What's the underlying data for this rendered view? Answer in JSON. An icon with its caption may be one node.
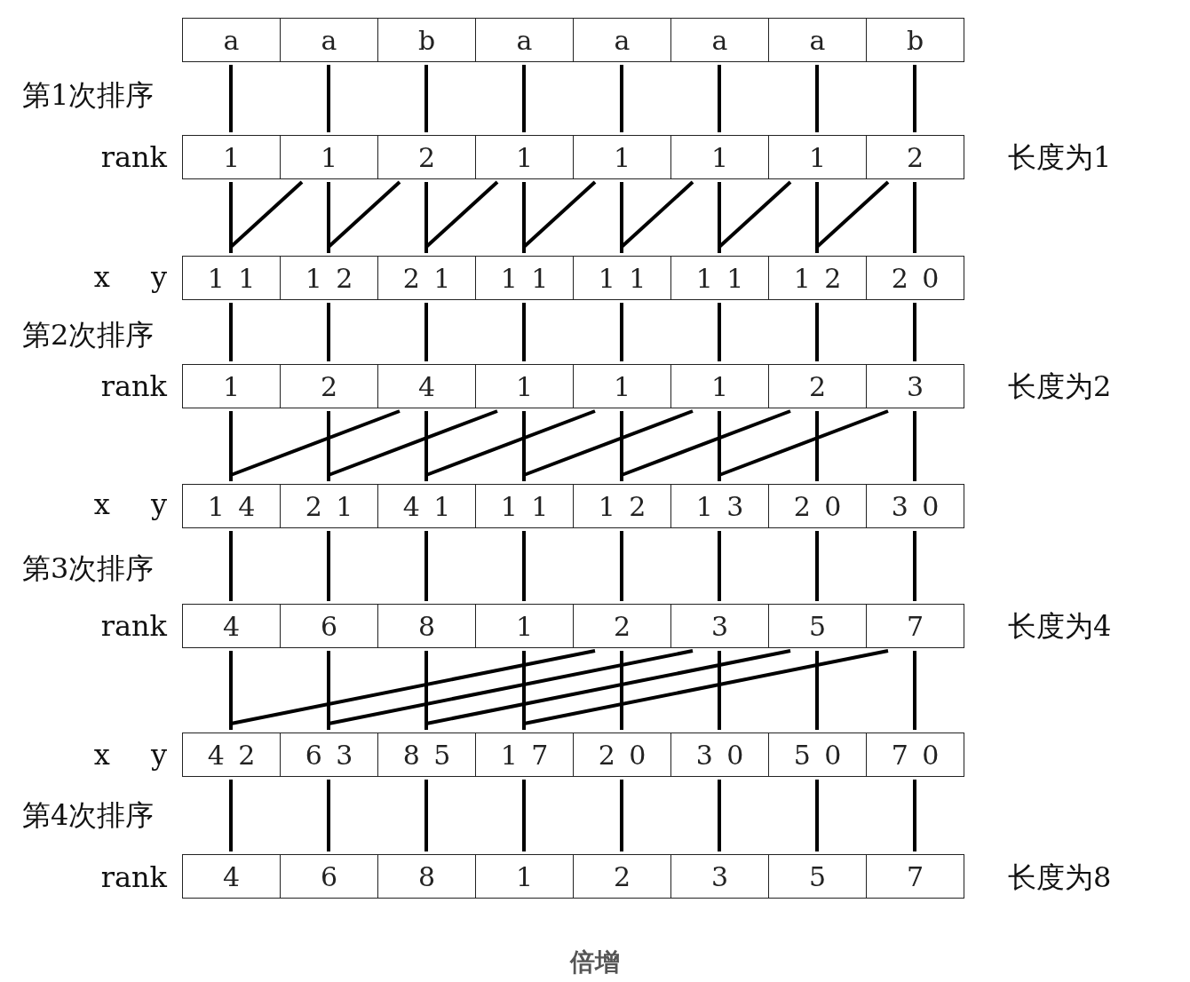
{
  "diagram": {
    "caption": "倍增",
    "nodes": [
      {
        "text": [
          "a"
        ]
      },
      {
        "text": [
          "a"
        ]
      },
      {
        "text": [
          "b"
        ]
      },
      {
        "text": [
          "a"
        ]
      },
      {
        "text": [
          "a"
        ]
      },
      {
        "text": [
          "a"
        ]
      },
      {
        "text": [
          "a"
        ]
      },
      {
        "text": [
          "b"
        ]
      },
      {
        "text": [
          "1"
        ]
      },
      {
        "text": [
          "1"
        ]
      },
      {
        "text": [
          "2"
        ]
      },
      {
        "text": [
          "1"
        ]
      },
      {
        "text": [
          "1"
        ]
      },
      {
        "text": [
          "1"
        ]
      },
      {
        "text": [
          "1"
        ]
      },
      {
        "text": [
          "2"
        ]
      },
      {
        "text": [
          "1 1"
        ]
      },
      {
        "text": [
          "1 2"
        ]
      },
      {
        "text": [
          "2 1"
        ]
      },
      {
        "text": [
          "1 1"
        ]
      },
      {
        "text": [
          "1 1"
        ]
      },
      {
        "text": [
          "1 1"
        ]
      },
      {
        "text": [
          "1 2"
        ]
      },
      {
        "text": [
          "2 0"
        ]
      },
      {
        "text": [
          "1"
        ]
      },
      {
        "text": [
          "2"
        ]
      },
      {
        "text": [
          "4"
        ]
      },
      {
        "text": [
          "1"
        ]
      },
      {
        "text": [
          "1"
        ]
      },
      {
        "text": [
          "1"
        ]
      },
      {
        "text": [
          "2"
        ]
      },
      {
        "text": [
          "3"
        ]
      },
      {
        "text": [
          "1 4"
        ]
      },
      {
        "text": [
          "2 1"
        ]
      },
      {
        "text": [
          "4 1"
        ]
      },
      {
        "text": [
          "1 1"
        ]
      },
      {
        "text": [
          "1 2"
        ]
      },
      {
        "text": [
          "1 3"
        ]
      },
      {
        "text": [
          "2 0"
        ]
      },
      {
        "text": [
          "3 0"
        ]
      },
      {
        "text": [
          "4"
        ]
      },
      {
        "text": [
          "6"
        ]
      },
      {
        "text": [
          "8"
        ]
      },
      {
        "text": [
          "1"
        ]
      },
      {
        "text": [
          "2"
        ]
      },
      {
        "text": [
          "3"
        ]
      },
      {
        "text": [
          "5"
        ]
      },
      {
        "text": [
          "7"
        ]
      },
      {
        "text": [
          "4 2"
        ]
      },
      {
        "text": [
          "6 3"
        ]
      },
      {
        "text": [
          "8 5"
        ]
      },
      {
        "text": [
          "1 7"
        ]
      },
      {
        "text": [
          "2 0"
        ]
      },
      {
        "text": [
          "3 0"
        ]
      },
      {
        "text": [
          "5 0"
        ]
      },
      {
        "text": [
          "7 0"
        ]
      },
      {
        "text": [
          "4"
        ]
      },
      {
        "text": [
          "6"
        ]
      },
      {
        "text": [
          "8"
        ]
      },
      {
        "text": [
          "1"
        ]
      },
      {
        "text": [
          "2"
        ]
      },
      {
        "text": [
          "3"
        ]
      },
      {
        "text": [
          "5"
        ]
      },
      {
        "text": [
          "7"
        ]
      }
    ],
    "edges": [
      {
        "from": 0,
        "to": 8,
        "arrow": "none"
      },
      {
        "from": 1,
        "to": 9,
        "arrow": "none"
      },
      {
        "from": 2,
        "to": 10,
        "arrow": "none"
      },
      {
        "from": 3,
        "to": 11,
        "arrow": "none"
      },
      {
        "from": 4,
        "to": 12,
        "arrow": "none"
      },
      {
        "from": 5,
        "to": 13,
        "arrow": "none"
      },
      {
        "from": 6,
        "to": 14,
        "arrow": "none"
      },
      {
        "from": 7,
        "to": 15,
        "arrow": "none"
      },
      {
        "from": 8,
        "to": 16,
        "arrow": "none"
      },
      {
        "from": 9,
        "to": 17,
        "arrow": "none"
      },
      {
        "from": 10,
        "to": 18,
        "arrow": "none"
      },
      {
        "from": 11,
        "to": 19,
        "arrow": "none"
      },
      {
        "from": 12,
        "to": 20,
        "arrow": "none"
      },
      {
        "from": 13,
        "to": 21,
        "arrow": "none"
      },
      {
        "from": 14,
        "to": 22,
        "arrow": "none"
      },
      {
        "from": 15,
        "to": 23,
        "arrow": "none"
      },
      {
        "from": 9,
        "to": 16,
        "arrow": "none"
      },
      {
        "from": 10,
        "to": 17,
        "arrow": "none"
      },
      {
        "from": 11,
        "to": 18,
        "arrow": "none"
      },
      {
        "from": 12,
        "to": 19,
        "arrow": "none"
      },
      {
        "from": 13,
        "to": 20,
        "arrow": "none"
      },
      {
        "from": 14,
        "to": 21,
        "arrow": "none"
      },
      {
        "from": 15,
        "to": 22,
        "arrow": "none"
      },
      {
        "from": 16,
        "to": 24,
        "arrow": "none"
      },
      {
        "from": 17,
        "to": 25,
        "arrow": "none"
      },
      {
        "from": 18,
        "to": 26,
        "arrow": "none"
      },
      {
        "from": 19,
        "to": 27,
        "arrow": "none"
      },
      {
        "from": 20,
        "to": 28,
        "arrow": "none"
      },
      {
        "from": 21,
        "to": 29,
        "arrow": "none"
      },
      {
        "from": 22,
        "to": 30,
        "arrow": "none"
      },
      {
        "from": 23,
        "to": 31,
        "arrow": "none"
      },
      {
        "from": 24,
        "to": 32,
        "arrow": "none"
      },
      {
        "from": 25,
        "to": 33,
        "arrow": "none"
      },
      {
        "from": 26,
        "to": 34,
        "arrow": "none"
      },
      {
        "from": 27,
        "to": 35,
        "arrow": "none"
      },
      {
        "from": 28,
        "to": 36,
        "arrow": "none"
      },
      {
        "from": 29,
        "to": 37,
        "arrow": "none"
      },
      {
        "from": 30,
        "to": 38,
        "arrow": "none"
      },
      {
        "from": 31,
        "to": 39,
        "arrow": "none"
      },
      {
        "from": 26,
        "to": 32,
        "arrow": "none"
      },
      {
        "from": 27,
        "to": 33,
        "arrow": "none"
      },
      {
        "from": 28,
        "to": 34,
        "arrow": "none"
      },
      {
        "from": 29,
        "to": 35,
        "arrow": "none"
      },
      {
        "from": 30,
        "to": 36,
        "arrow": "none"
      },
      {
        "from": 31,
        "to": 37,
        "arrow": "none"
      },
      {
        "from": 32,
        "to": 40,
        "arrow": "none"
      },
      {
        "from": 33,
        "to": 41,
        "arrow": "none"
      },
      {
        "from": 34,
        "to": 42,
        "arrow": "none"
      },
      {
        "from": 35,
        "to": 43,
        "arrow": "none"
      },
      {
        "from": 36,
        "to": 44,
        "arrow": "none"
      },
      {
        "from": 37,
        "to": 45,
        "arrow": "none"
      },
      {
        "from": 38,
        "to": 46,
        "arrow": "none"
      },
      {
        "from": 39,
        "to": 47,
        "arrow": "none"
      },
      {
        "from": 40,
        "to": 48,
        "arrow": "none"
      },
      {
        "from": 41,
        "to": 49,
        "arrow": "none"
      },
      {
        "from": 42,
        "to": 50,
        "arrow": "none"
      },
      {
        "from": 43,
        "to": 51,
        "arrow": "none"
      },
      {
        "from": 44,
        "to": 52,
        "arrow": "none"
      },
      {
        "from": 45,
        "to": 53,
        "arrow": "none"
      },
      {
        "from": 46,
        "to": 54,
        "arrow": "none"
      },
      {
        "from": 47,
        "to": 55,
        "arrow": "none"
      },
      {
        "from": 44,
        "to": 48,
        "arrow": "none"
      },
      {
        "from": 45,
        "to": 49,
        "arrow": "none"
      },
      {
        "from": 46,
        "to": 50,
        "arrow": "none"
      },
      {
        "from": 47,
        "to": 51,
        "arrow": "none"
      },
      {
        "from": 48,
        "to": 56,
        "arrow": "none"
      },
      {
        "from": 49,
        "to": 57,
        "arrow": "none"
      },
      {
        "from": 50,
        "to": 58,
        "arrow": "none"
      },
      {
        "from": 51,
        "to": 59,
        "arrow": "none"
      },
      {
        "from": 52,
        "to": 60,
        "arrow": "none"
      },
      {
        "from": 53,
        "to": 61,
        "arrow": "none"
      },
      {
        "from": 54,
        "to": 62,
        "arrow": "none"
      },
      {
        "from": 55,
        "to": 63,
        "arrow": "none"
      }
    ],
    "labels": [
      "第1次排序",
      "rank",
      "长度为1",
      "x y",
      "第2次排序",
      "rank",
      "长度为2",
      "x y",
      "第3次排序",
      "rank",
      "长度为4",
      "x y",
      "第4次排序",
      "rank",
      "长度为8"
    ]
  }
}
